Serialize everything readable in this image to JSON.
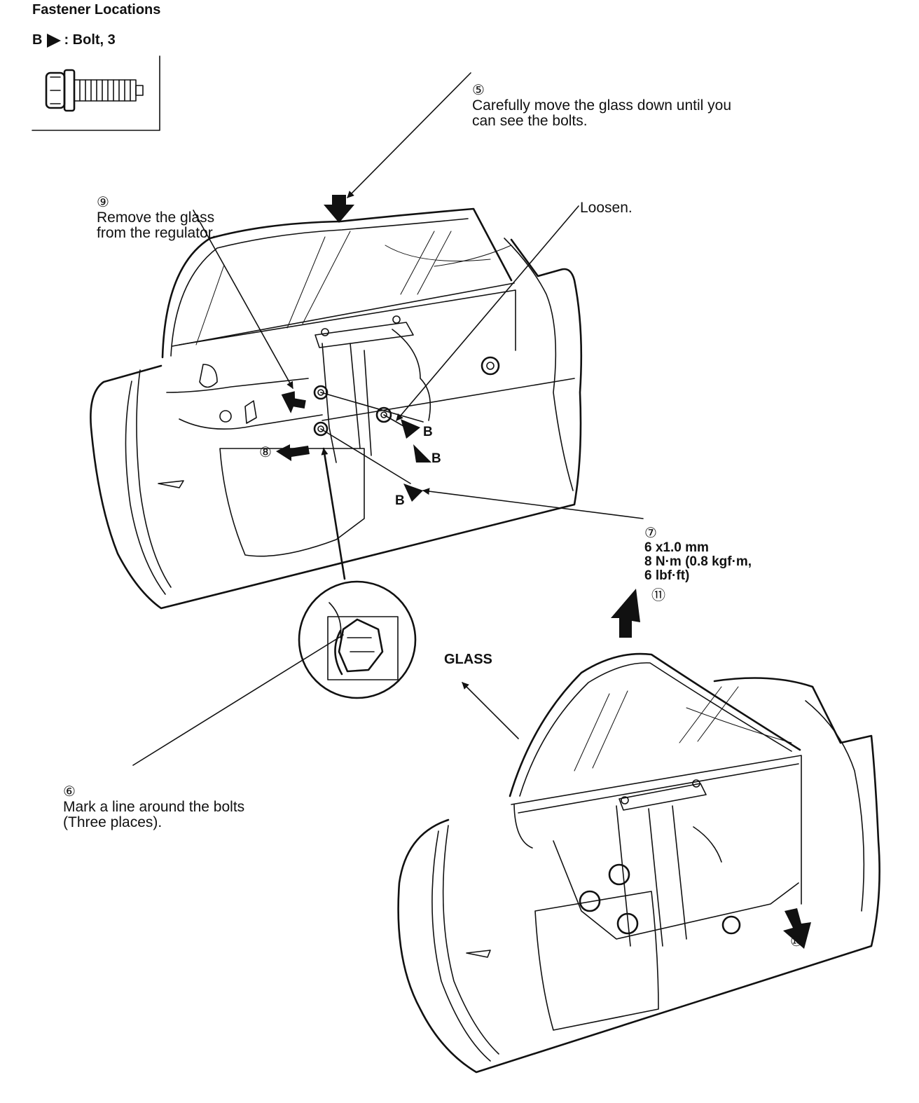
{
  "header": {
    "title": "Fastener Locations",
    "legend_letter": "B",
    "legend_text": ": Bolt, 3"
  },
  "steps": {
    "s5": {
      "num": "⑤",
      "text": "Carefully move the glass down until you\ncan see the bolts."
    },
    "s6": {
      "num": "⑥",
      "text": "Mark a line around the bolts\n(Three places)."
    },
    "s7": {
      "num": "⑦",
      "text": "6 x1.0 mm\n8 N·m (0.8 kgf·m,\n6 lbf·ft)"
    },
    "s8": {
      "num": "⑧"
    },
    "s9": {
      "num": "⑨",
      "text": "Remove the glass\nfrom the regulator."
    },
    "s10": {
      "num": "⑩"
    },
    "s11": {
      "num": "⑪"
    }
  },
  "labels": {
    "loosen": "Loosen.",
    "glass": "GLASS",
    "bolt_marker": "B"
  },
  "colors": {
    "ink": "#111111",
    "paper": "#ffffff"
  },
  "icons": [
    "bolt-icon",
    "bolt-closeup-icon",
    "door-panel-icon",
    "arrow-icon"
  ]
}
